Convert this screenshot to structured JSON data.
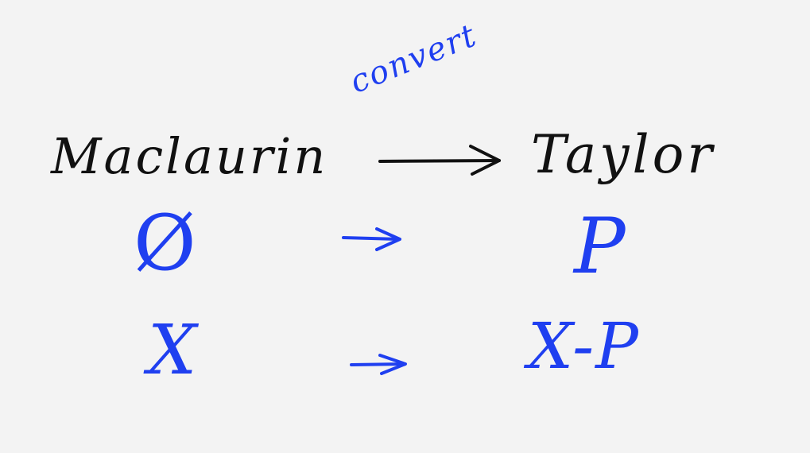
{
  "labels": {
    "convert": "convert",
    "from": "Maclaurin",
    "to": "Taylor"
  },
  "mappings": [
    {
      "from": "Ø",
      "to": "P"
    },
    {
      "from": "X",
      "to": "X-P"
    }
  ],
  "colors": {
    "background": "#f3f3f3",
    "black_ink": "#111111",
    "blue_ink": "#1f3ff0"
  }
}
